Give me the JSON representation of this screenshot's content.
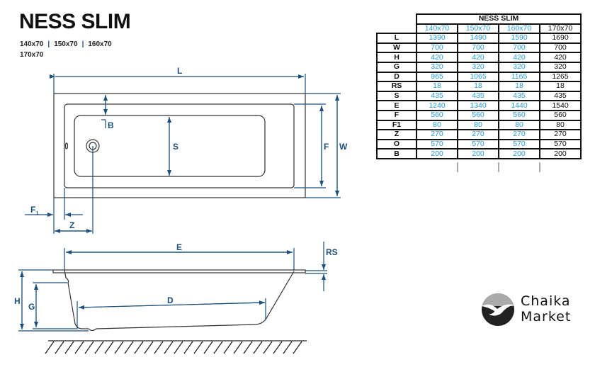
{
  "title": "NESS SLIM",
  "sizes": [
    "140x70",
    "150x70",
    "160x70",
    "170x70"
  ],
  "dimension_labels": {
    "L": "L",
    "W": "W",
    "F": "F",
    "S": "S",
    "B": "B",
    "F1": "F",
    "F1_sub": "1",
    "Z": "Z",
    "E": "E",
    "RS": "RS",
    "H": "H",
    "G": "G",
    "D": "D"
  },
  "table": {
    "title": "NESS SLIM",
    "columns": [
      "140x70",
      "150x70",
      "160x70",
      "170x70"
    ],
    "rows": [
      {
        "label": "L",
        "values": [
          "1390",
          "1490",
          "1590",
          "1690"
        ]
      },
      {
        "label": "W",
        "values": [
          "700",
          "700",
          "700",
          "700"
        ]
      },
      {
        "label": "H",
        "values": [
          "420",
          "420",
          "420",
          "420"
        ]
      },
      {
        "label": "G",
        "values": [
          "320",
          "320",
          "320",
          "320"
        ]
      },
      {
        "label": "D",
        "values": [
          "965",
          "1065",
          "1165",
          "1265"
        ]
      },
      {
        "label": "RS",
        "values": [
          "18",
          "18",
          "18",
          "18"
        ]
      },
      {
        "label": "S",
        "values": [
          "435",
          "435",
          "435",
          "435"
        ]
      },
      {
        "label": "E",
        "values": [
          "1240",
          "1340",
          "1440",
          "1540"
        ]
      },
      {
        "label": "F",
        "values": [
          "560",
          "560",
          "560",
          "560"
        ]
      },
      {
        "label": "F1",
        "values": [
          "80",
          "80",
          "80",
          "80"
        ]
      },
      {
        "label": "Z",
        "values": [
          "270",
          "270",
          "270",
          "270"
        ]
      },
      {
        "label": "O",
        "values": [
          "570",
          "570",
          "570",
          "570"
        ]
      },
      {
        "label": "B",
        "values": [
          "200",
          "200",
          "200",
          "200"
        ]
      }
    ]
  },
  "logo": {
    "line1": "Chaika",
    "line2": "Market"
  },
  "colors": {
    "dimension": "#1b4f7c",
    "table_value": "#2a9bd8"
  }
}
